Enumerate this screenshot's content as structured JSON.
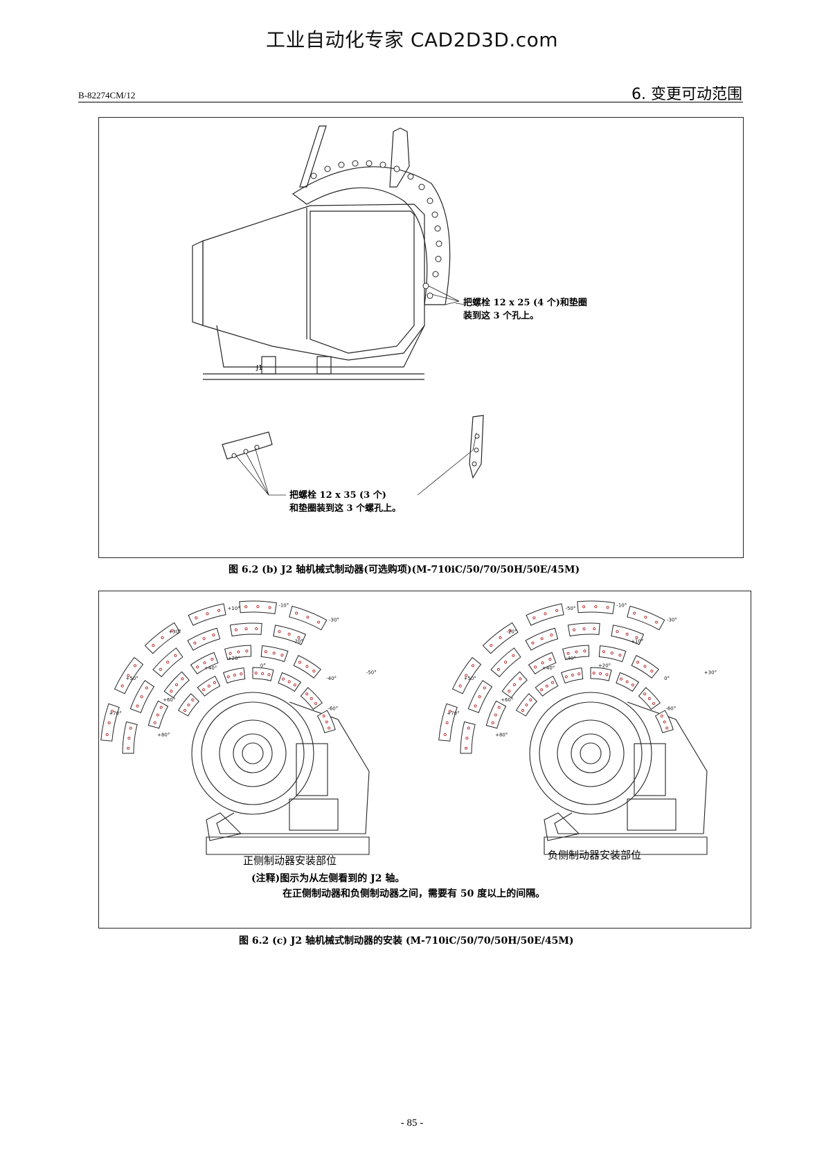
{
  "watermark": "工业自动化专家 CAD2D3D.com",
  "header": {
    "doc_code": "B-82274CM/12",
    "section_title": "6. 变更可动范围"
  },
  "figure_b": {
    "note_top_line1": "把螺栓 12 x 25 (4 个)和垫圈",
    "note_top_line2": "装到这 3 个孔上。",
    "note_bottom_line1": "把螺栓 12 x 35 (3 个)",
    "note_bottom_line2": "和垫圈装到这 3 个螺孔上。",
    "marker": "J1",
    "caption": "图 6.2 (b) J2 轴机械式制动器(可选购项)(M-710iC/50/70/50H/50E/45M)"
  },
  "figure_c": {
    "left_label": "正侧制动器安装部位",
    "right_label": "负侧制动器安装部位",
    "note_line1": "(注释)图示为从左侧看到的 J2 轴。",
    "note_line2": "在正侧制动器和负侧制动器之间，需要有 50 度以上的间隔。",
    "caption": "图 6.2 (c) J2 轴机械式制动器的安装 (M-710iC/50/70/50H/50E/45M)",
    "left_angles": [
      "-10°",
      "-30°",
      "+10°",
      "-20°",
      "+30°",
      "-50°",
      "+20°",
      "0°",
      "-40°",
      "-60°",
      "+50°",
      "+40°",
      "+60°",
      "+70°",
      "+80°"
    ],
    "right_angles": [
      "-10°",
      "-30°",
      "-50°",
      "+10°",
      "-20°",
      "+30°",
      "-40°",
      "+20°",
      "0°",
      "-60°",
      "+50°",
      "+40°",
      "+60°",
      "+70°",
      "+80°"
    ]
  },
  "page_number": "- 85 -"
}
